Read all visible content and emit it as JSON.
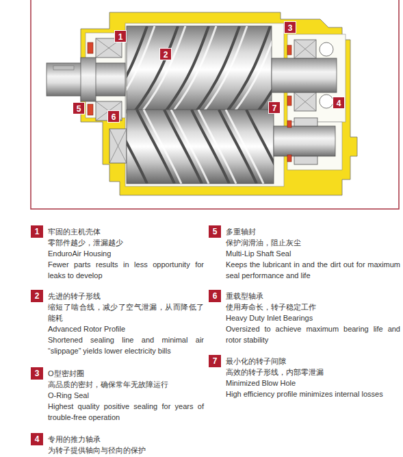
{
  "diagram": {
    "nodes": [
      {
        "text": [
          "3"
        ]
      },
      {
        "text": [
          "1"
        ]
      },
      {
        "text": [
          "2"
        ]
      },
      {
        "text": [
          "4"
        ]
      },
      {
        "text": [
          "7"
        ]
      },
      {
        "text": [
          "5"
        ]
      },
      {
        "text": [
          "6"
        ]
      },
      {
        "text": [
          "1"
        ]
      },
      {
        "text": [
          "5"
        ]
      },
      {
        "text": [
          "2"
        ]
      },
      {
        "text": [
          "6"
        ]
      },
      {
        "text": [
          "3"
        ]
      },
      {
        "text": [
          "7"
        ]
      },
      {
        "text": [
          "4"
        ]
      }
    ],
    "labels": [
      "牢固的主机壳体",
      "零部件越少，泄漏越少",
      "EnduroAir Housing",
      "Fewer parts results in less opportunity for leaks to develop",
      "多重轴封",
      "保护润滑油，阻止灰尘",
      "Multi-Lip Shaft Seal",
      "Keeps the lubricant in and the dirt out for maximum seal performance and life",
      "先进的转子形线",
      "缩短了啮合线，减少了空气泄漏，从而降低了能耗",
      "Advanced Rotor Profile",
      "Shortened sealing line and minimal air “slippage” yields lower electricity bills",
      "重载型轴承",
      "使用寿命长，转子稳定工作",
      "Heavy Duty Inlet Bearings",
      "Oversized to achieve maximum bearing life and rotor stability",
      "O型密封圈",
      "高品质的密封，确保常年无故障运行",
      "O-Ring Seal",
      "Highest quality positive sealing for years of trouble-free operation",
      "最小化的转子间隙",
      "高效的转子形线，内部零泄漏",
      "Minimized Blow Hole",
      "High efficiency profile minimizes internal losses",
      "专用的推力轴承",
      "为转子提供轴向与径向的保护"
    ]
  }
}
